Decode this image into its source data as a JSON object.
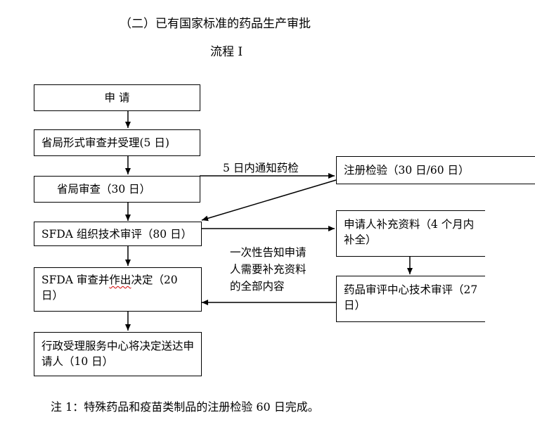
{
  "title": {
    "line1": "（二）已有国家标准的药品生产审批",
    "line2": "流程 I"
  },
  "boxes": {
    "apply": "申 请",
    "provincial_form_review": "省局形式审查并受理(5 日)",
    "provincial_review": "省局审查（30 日）",
    "sfda_tech_review": "SFDA 组织技术审评（80 日）",
    "sfda_decision_a": "SFDA 审查并",
    "sfda_decision_b": "作出",
    "sfda_decision_c": "决定（20 日）",
    "admin_service": "行政受理服务中心将决定送达申请人（10 日）",
    "registration_test": "注册检验（30 日/60 日）",
    "applicant_supplement": "申请人补充资料（4 个月内补全）",
    "cde_review": "药品审评中心技术审评（27 日）"
  },
  "labels": {
    "notify_test": "5 日内通知药检",
    "one_time_notice": [
      "一次性告知申请",
      "人需要补充资料",
      "的全部内容"
    ]
  },
  "note": "注 1：特殊药品和疫苗类制品的注册检验 60 日完成。"
}
